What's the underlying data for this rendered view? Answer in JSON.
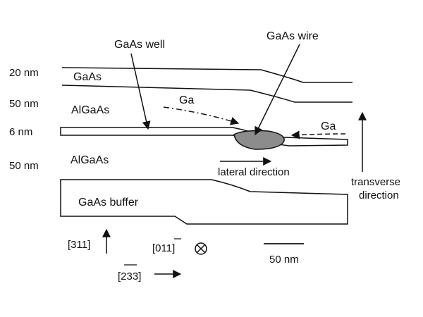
{
  "labels": {
    "gaas_well": "GaAs well",
    "gaas_wire": "GaAs wire",
    "t20": "20 nm",
    "gaas_top": "GaAs",
    "t50a": "50 nm",
    "algaas_top": "AlGaAs",
    "ga_left": "Ga",
    "ga_right": "Ga",
    "t6": "6 nm",
    "t50b": "50 nm",
    "algaas_bottom": "AlGaAs",
    "lateral": "lateral direction",
    "transverse_1": "transverse",
    "transverse_2": "direction",
    "buffer": "GaAs  buffer",
    "dir311": "[311]",
    "dir011": "[011]",
    "dir233": "[233]",
    "scale": "50 nm"
  },
  "colors": {
    "ink": "#111111",
    "wire_fill": "#8c8c8c",
    "background": "#ffffff"
  }
}
